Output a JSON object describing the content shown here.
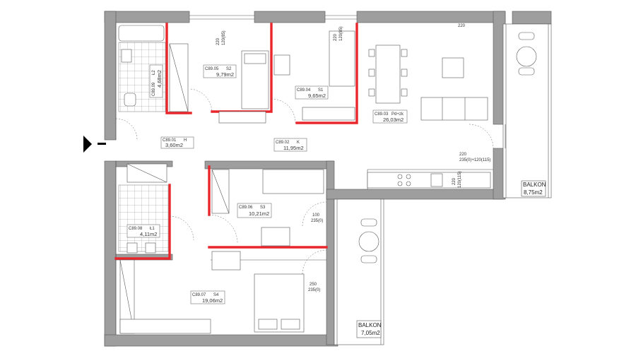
{
  "rooms": [
    {
      "code": "C89.01",
      "name": "H",
      "area": "3,60m2"
    },
    {
      "code": "C89.02",
      "name": "K",
      "area": "11,95m2"
    },
    {
      "code": "C89.03",
      "name": "Pd+zk",
      "area": "26,03m2"
    },
    {
      "code": "C89.04",
      "name": "S1",
      "area": "9,65m2"
    },
    {
      "code": "C89.05",
      "name": "S2",
      "area": "9,79m2"
    },
    {
      "code": "C89.06",
      "name": "S3",
      "area": "10,21m2"
    },
    {
      "code": "C89.07",
      "name": "S4",
      "area": "19,06m2"
    },
    {
      "code": "C89.08",
      "name": "Ł1",
      "area": "4,11m2"
    },
    {
      "code": "C89.09",
      "name": "Ł2",
      "area": "4,68m2"
    }
  ],
  "balconies": [
    {
      "name": "BALKON",
      "area": "8,75m2"
    },
    {
      "name": "BALKON",
      "area": "7,05m2"
    }
  ],
  "dimensions": {
    "s2_window": [
      "220",
      "120(85)"
    ],
    "s1_window": [
      "220",
      "120(85)"
    ],
    "living_window": "220",
    "living_door": [
      "220",
      "235(0)+120(115)"
    ],
    "kitchen_window": [
      "220",
      "120(115)"
    ],
    "s3_door": [
      "100",
      "235(0)"
    ],
    "s4_door": [
      "250",
      "235(0)"
    ]
  }
}
